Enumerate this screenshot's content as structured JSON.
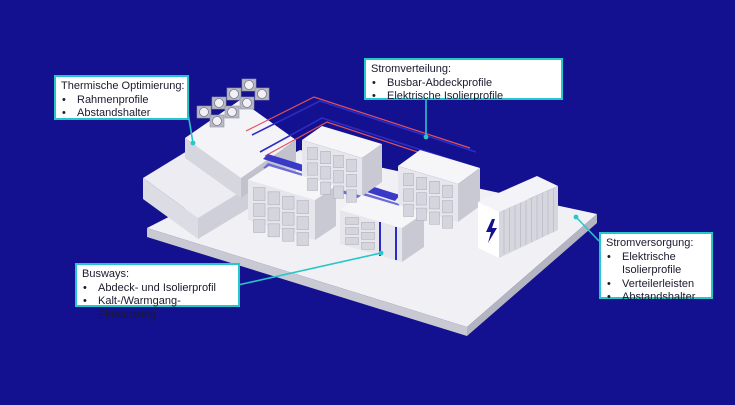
{
  "colors": {
    "background": "#13118f",
    "accent": "#27c6c9",
    "callout_fill": "#ffffff",
    "busbar_blue": "#2c2cc4",
    "busbar_red": "#e4525a",
    "building_light": "#ededf2",
    "building_shadow": "#c9c9d3"
  },
  "callouts": [
    {
      "id": "thermal",
      "title": "Thermische Optimierung:",
      "items": [
        "Rahmenprofile",
        "Abstandshalter"
      ]
    },
    {
      "id": "power_distribution",
      "title": "Stromverteilung:",
      "items": [
        "Busbar-Abdeckprofile",
        "Elektrische Isolierprofile"
      ]
    },
    {
      "id": "busways",
      "title": "Busways:",
      "items": [
        "Abdeck- und Isolierprofil",
        "Kalt-/Warmgang-Einhausung"
      ]
    },
    {
      "id": "power_supply",
      "title": "Stromversorgung:",
      "items": [
        "Elektrische Isolierprofile",
        "Verteilerleisten",
        "Abstandshalter"
      ]
    }
  ],
  "icons": [
    "lightning-bolt-icon",
    "cooling-fan-icon"
  ]
}
